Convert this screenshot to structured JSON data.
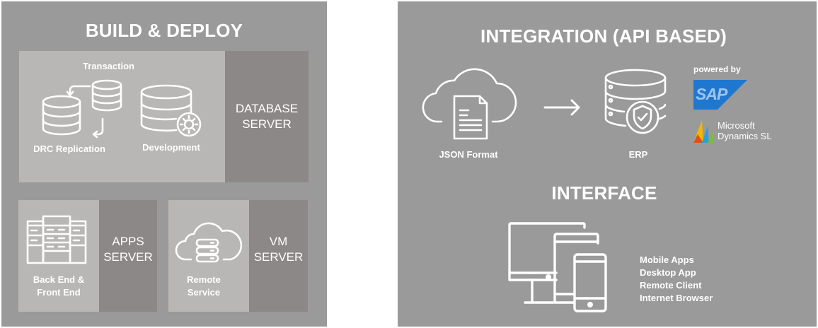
{
  "build_deploy": {
    "title": "BUILD & DEPLOY",
    "database_server": {
      "label_line1": "DATABASE",
      "label_line2": "SERVER",
      "items": {
        "transaction": "Transaction",
        "drc_replication": "DRC Replication",
        "development": "Development"
      }
    },
    "apps_server": {
      "label_line1": "APPS",
      "label_line2": "SERVER",
      "caption_line1": "Back End &",
      "caption_line2": "Front End"
    },
    "vm_server": {
      "label_line1": "VM",
      "label_line2": "SERVER",
      "caption_line1": "Remote",
      "caption_line2": "Service"
    }
  },
  "integration": {
    "title": "INTEGRATION (API BASED)",
    "json_label": "JSON Format",
    "erp_label": "ERP",
    "powered_by": "powered by",
    "sap_logo_text": "SAP",
    "sap_color": "#1f77d0",
    "ms_line1": "Microsoft",
    "ms_line2": "Dynamics SL"
  },
  "interface": {
    "title": "INTERFACE",
    "items": [
      "Mobile Apps",
      "Desktop App",
      "Remote Client",
      "Internet Browser"
    ]
  },
  "colors": {
    "panel_bg": "#9a9a9a",
    "light_box": "#b8b7b5",
    "dark_box": "#8c8887",
    "text": "#ffffff"
  }
}
